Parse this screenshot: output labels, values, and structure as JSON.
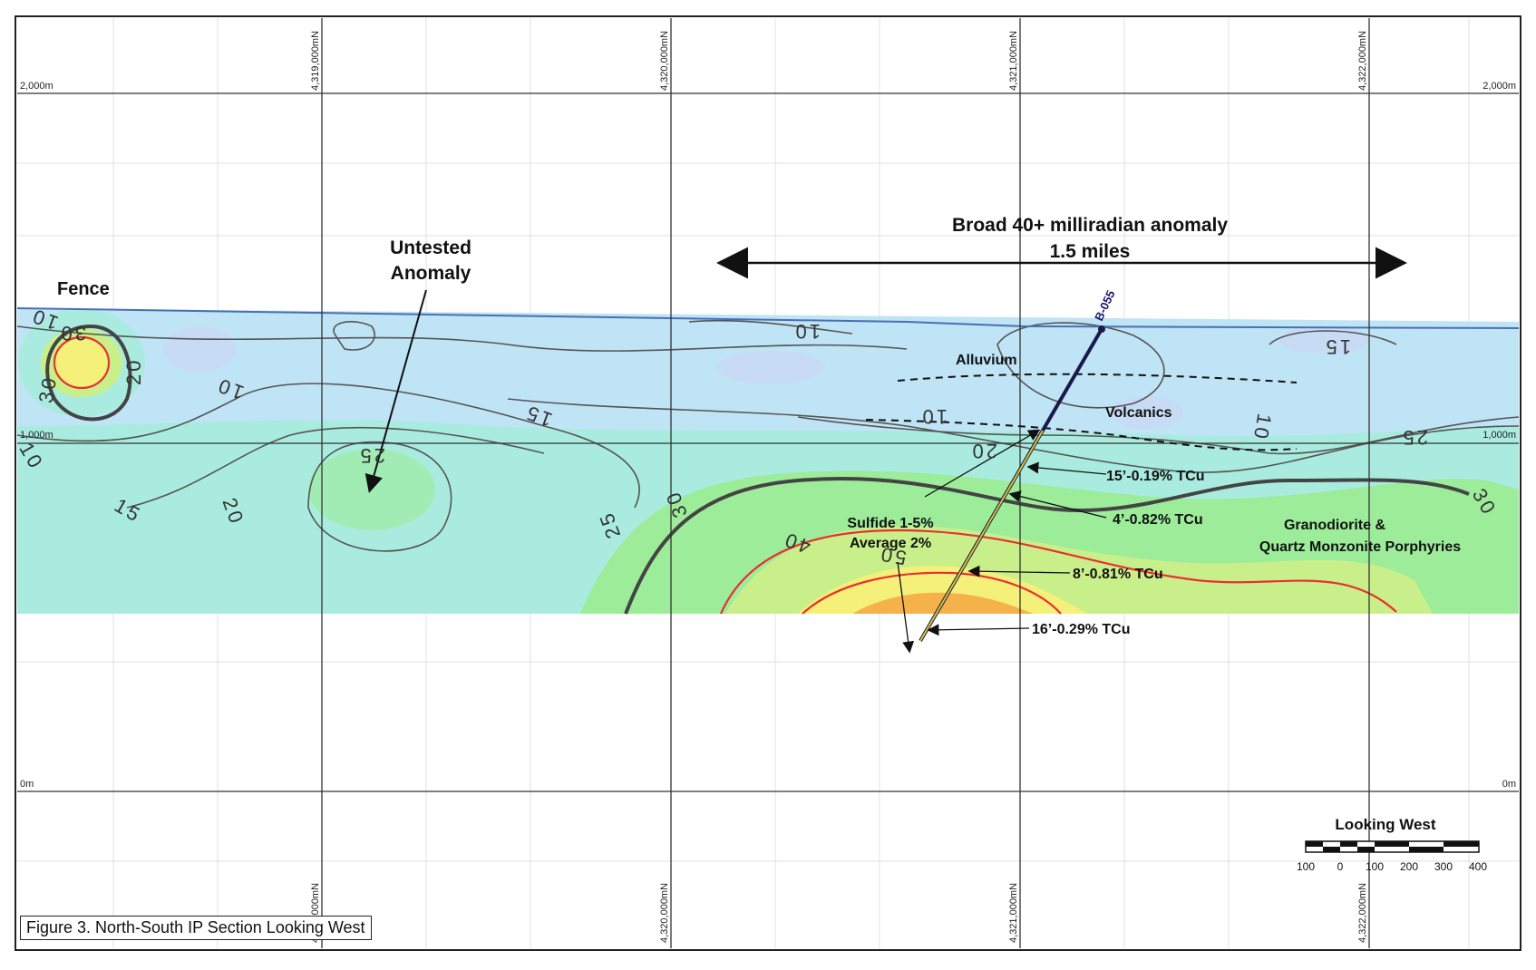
{
  "caption": "Figure 3. North-South IP Section Looking West",
  "elevation_labels": {
    "top": "2,000m",
    "mid": "1,000m",
    "bottom": "0m"
  },
  "northings": [
    "4,319,000mN",
    "4,320,000mN",
    "4,321,000mN",
    "4,322,000mN"
  ],
  "annotations": {
    "fence": "Fence",
    "untested_line1": "Untested",
    "untested_line2": "Anomaly",
    "broad_line1": "Broad 40+ milliradian anomaly",
    "broad_line2": "1.5 miles",
    "alluvium": "Alluvium",
    "volcanics": "Volcanics",
    "granodiorite_line1": "Granodiorite &",
    "granodiorite_line2": "Quartz Monzonite Porphyries",
    "sulfide_line1": "Sulfide 1-5%",
    "sulfide_line2": "Average 2%",
    "drillhole": "B-055"
  },
  "intercepts": [
    {
      "label": "15’-0.19% TCu"
    },
    {
      "label": "4’-0.82% TCu"
    },
    {
      "label": "8’-0.81% TCu"
    },
    {
      "label": "16’-0.29% TCu"
    }
  ],
  "contour_labels": [
    "10",
    "10",
    "10",
    "10",
    "15",
    "15",
    "15",
    "20",
    "20",
    "25",
    "25",
    "25",
    "30",
    "30",
    "30",
    "40",
    "50",
    "20",
    "30",
    "10",
    "10"
  ],
  "scale_bar": {
    "title": "Looking West",
    "ticks": [
      "100",
      "0",
      "100",
      "200",
      "300",
      "400"
    ]
  },
  "colors": {
    "low": "#bfe4f6",
    "mid": "#a9ecdf",
    "green": "#9cec9a",
    "yellow": "#f5f07a",
    "orange": "#f5b24a",
    "contour": "#555555",
    "red_contour": "#e83030",
    "topo": "#4a6fb0",
    "drill": "#1a1a4a"
  }
}
